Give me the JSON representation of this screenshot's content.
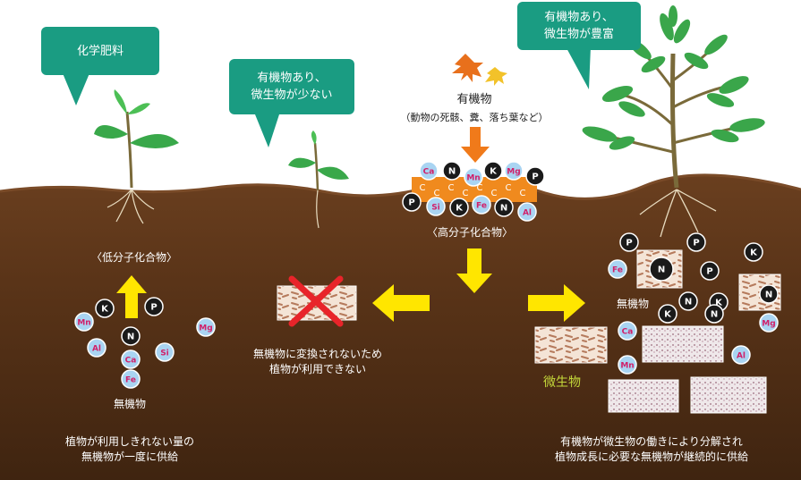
{
  "bubbles": {
    "fertilizer": "化学肥料",
    "few_microbes": "有機物あり、\n微生物が少ない",
    "rich_microbes": "有機物あり、\n微生物が豊富"
  },
  "organic": {
    "title": "有機物",
    "subtitle": "（動物の死骸、糞、落ち葉など）",
    "compound_label": "〈高分子化合物〉",
    "top_row": [
      "Ca",
      "N",
      "Mn",
      "K",
      "Mg",
      "P"
    ],
    "carbon_row": [
      "C",
      "C",
      "C",
      "C",
      "C",
      "C",
      "C",
      "C"
    ],
    "bottom_row": [
      "P",
      "Si",
      "K",
      "Fe",
      "N",
      "Al"
    ]
  },
  "left": {
    "compound_label": "〈低分子化合物〉",
    "inorganic_label": "無機物",
    "caption": "植物が利用しきれない量の\n無機物が一度に供給",
    "elements": [
      "K",
      "P",
      "Mn",
      "N",
      "Mg",
      "Al",
      "Ca",
      "Si",
      "Fe"
    ]
  },
  "middle": {
    "caption": "無機物に変換されないため\n植物が利用できない"
  },
  "right": {
    "inorganic_label": "無機物",
    "microbe_label": "微生物",
    "caption": "有機物が微生物の働きにより分解され\n植物成長に必要な無機物が継続的に供給",
    "elements": [
      "P",
      "P",
      "K",
      "Fe",
      "N",
      "P",
      "N",
      "N",
      "K",
      "K",
      "N",
      "Mg",
      "Ca",
      "Al",
      "Mn"
    ]
  },
  "colors": {
    "bubble": "#1a9c82",
    "soil": "#5a3418",
    "arrow_yellow": "#ffe600",
    "arrow_orange": "#f07a1a",
    "cross": "#e8242a",
    "black_atom": "#1a1a1a",
    "blue_atom": "#a9d4f2",
    "carbon": "#f08a1e"
  },
  "icons": [
    "leaf-icon",
    "seedling-icon",
    "tree-icon",
    "cross-icon",
    "arrow-icon"
  ]
}
